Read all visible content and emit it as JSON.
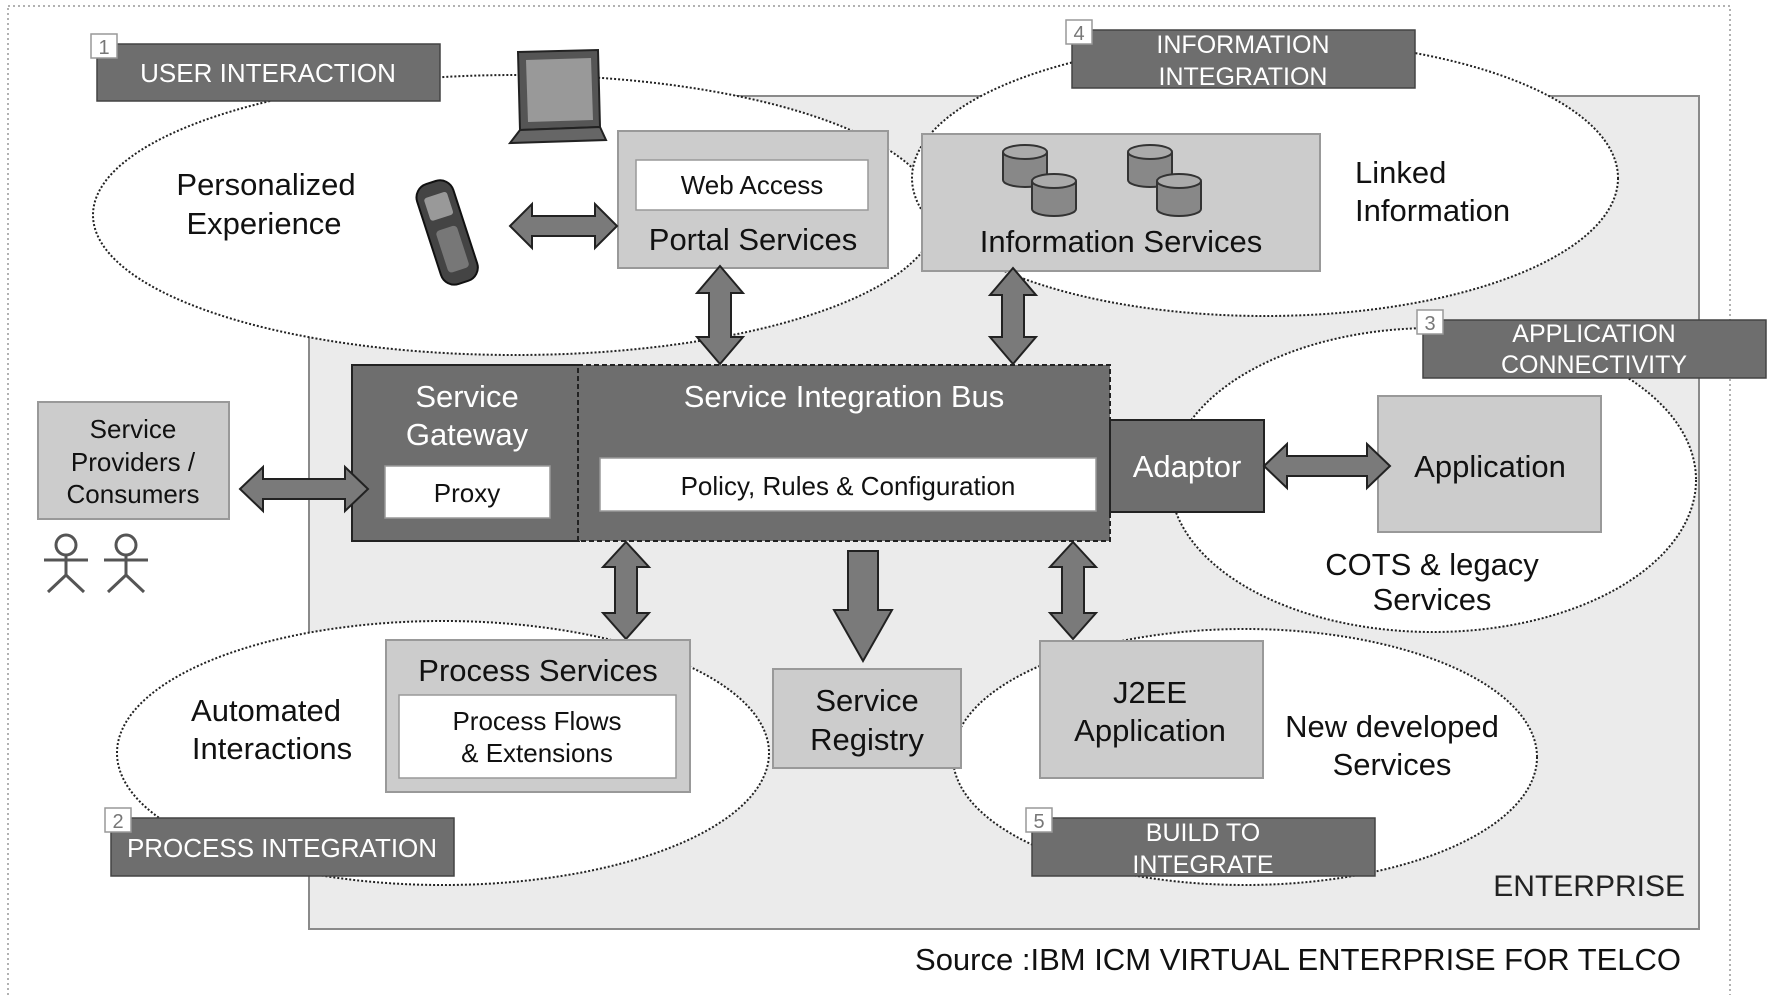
{
  "enterprise_label": "ENTERPRISE",
  "source": "Source :IBM ICM VIRTUAL ENTERPRISE FOR TELCO",
  "zones": {
    "user_interaction": {
      "number": "1",
      "label": "USER INTERACTION",
      "caption_line1": "Personalized",
      "caption_line2": "Experience"
    },
    "process_integration": {
      "number": "2",
      "label": "PROCESS INTEGRATION",
      "caption_line1": "Automated",
      "caption_line2": "Interactions"
    },
    "application_connectivity": {
      "number": "3",
      "label_line1": "APPLICATION",
      "label_line2": "CONNECTIVITY",
      "caption_line1": "COTS & legacy",
      "caption_line2": "Services"
    },
    "information_integration": {
      "number": "4",
      "label_line1": "INFORMATION",
      "label_line2": "INTEGRATION",
      "caption_line1": "Linked",
      "caption_line2": "Information"
    },
    "build_to_integrate": {
      "number": "5",
      "label_line1": "BUILD TO",
      "label_line2": "INTEGRATE",
      "caption_line1": "New developed",
      "caption_line2": "Services"
    }
  },
  "boxes": {
    "portal": {
      "inner": "Web Access",
      "title": "Portal Services"
    },
    "information": {
      "title": "Information Services"
    },
    "gateway": {
      "line1": "Service",
      "line2": "Gateway",
      "inner": "Proxy"
    },
    "bus": {
      "title": "Service Integration Bus",
      "inner": "Policy, Rules & Configuration"
    },
    "adaptor": {
      "title": "Adaptor"
    },
    "application": {
      "title": "Application"
    },
    "providers": {
      "line1": "Service",
      "line2": "Providers /",
      "line3": "Consumers"
    },
    "process": {
      "title": "Process Services",
      "inner_line1": "Process Flows",
      "inner_line2": "& Extensions"
    },
    "registry": {
      "line1": "Service",
      "line2": "Registry"
    },
    "j2ee": {
      "line1": "J2EE",
      "line2": "Application"
    }
  },
  "icons": [
    "laptop-icon",
    "mobile-phone-icon",
    "database-icon",
    "person-icon"
  ],
  "colors": {
    "dark_box": "#6e6e6e",
    "light_box": "#cccccc",
    "enterprise_bg": "#ebebeb",
    "label_fill": "#6e6e6e",
    "arrow_fill": "#7a7a7a"
  }
}
